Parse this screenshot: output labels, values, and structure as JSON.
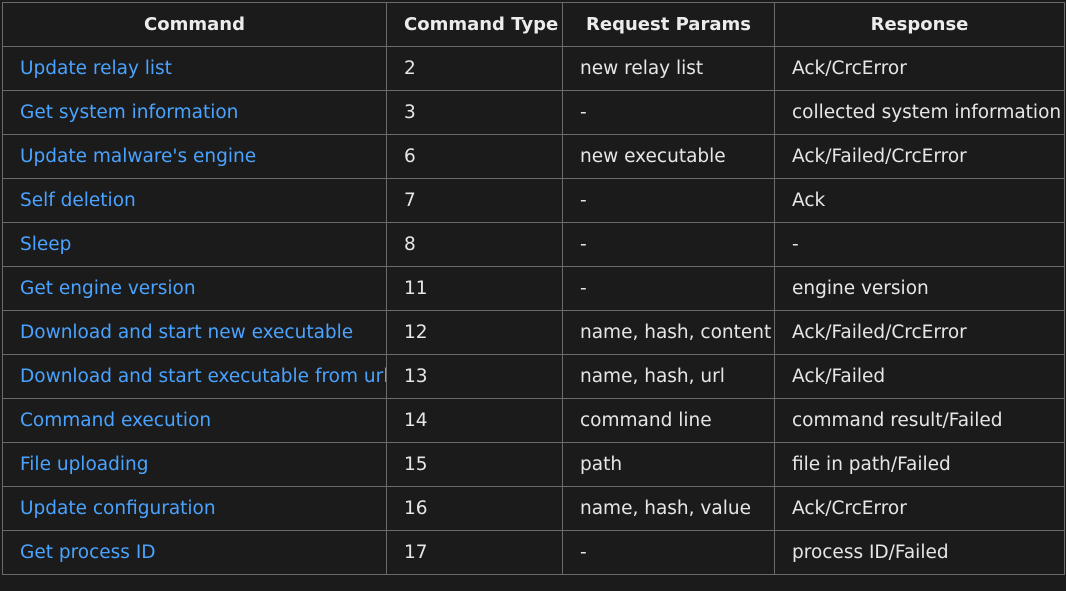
{
  "table": {
    "headers": [
      "Command",
      "Command Type",
      "Request Params",
      "Response"
    ],
    "rows": [
      {
        "command": "Update relay list",
        "type": "2",
        "params": "new relay list",
        "response": "Ack/CrcError"
      },
      {
        "command": "Get system information",
        "type": "3",
        "params": "-",
        "response": "collected system information"
      },
      {
        "command": "Update malware's engine",
        "type": "6",
        "params": "new executable",
        "response": "Ack/Failed/CrcError"
      },
      {
        "command": "Self deletion",
        "type": "7",
        "params": "-",
        "response": "Ack"
      },
      {
        "command": "Sleep",
        "type": "8",
        "params": "-",
        "response": "-"
      },
      {
        "command": "Get engine version",
        "type": "11",
        "params": "-",
        "response": "engine version"
      },
      {
        "command": "Download and start new executable",
        "type": "12",
        "params": "name, hash, content",
        "response": "Ack/Failed/CrcError"
      },
      {
        "command": "Download and start executable from url",
        "type": "13",
        "params": "name, hash, url",
        "response": "Ack/Failed"
      },
      {
        "command": "Command execution",
        "type": "14",
        "params": "command line",
        "response": "command result/Failed"
      },
      {
        "command": "File uploading",
        "type": "15",
        "params": "path",
        "response": "file in path/Failed"
      },
      {
        "command": "Update configuration",
        "type": "16",
        "params": "name, hash, value",
        "response": "Ack/CrcError"
      },
      {
        "command": "Get process ID",
        "type": "17",
        "params": "-",
        "response": "process ID/Failed"
      }
    ]
  },
  "colors": {
    "background": "#1b1b1b",
    "text": "#e6e6e6",
    "link": "#4aa3ff",
    "border": "#6a6a6a"
  }
}
